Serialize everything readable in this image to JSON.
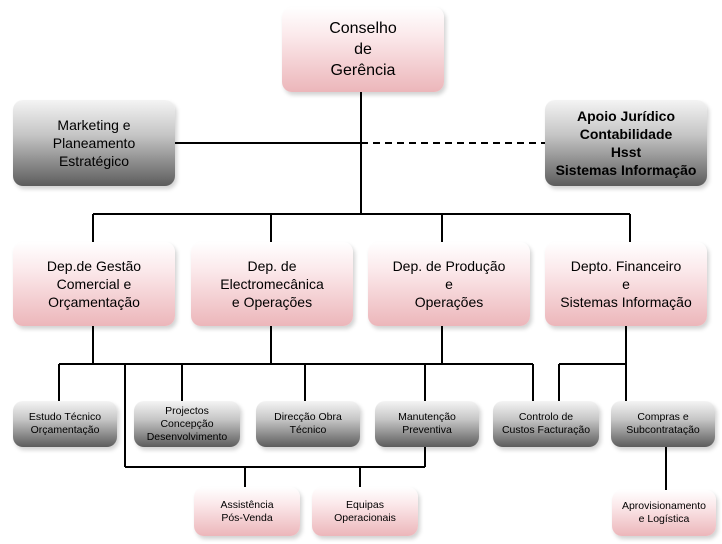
{
  "board": {
    "lines": [
      "Conselho",
      "de",
      "Gerência"
    ]
  },
  "marketing": {
    "lines": [
      "Marketing e",
      "Planeamento",
      "Estratégico"
    ]
  },
  "support": {
    "lines": [
      "Apoio Jurídico",
      "Contabilidade",
      "Hsst",
      "Sistemas Informação"
    ]
  },
  "departments": [
    {
      "lines": [
        "Dep.de Gestão",
        "Comercial e",
        "Orçamentação"
      ]
    },
    {
      "lines": [
        "Dep. de",
        "Electromecânica",
        "e Operações"
      ]
    },
    {
      "lines": [
        "Dep. de Produção",
        "e",
        "Operações"
      ]
    },
    {
      "lines": [
        "Depto. Financeiro",
        "e",
        "Sistemas Informação"
      ]
    }
  ],
  "units": [
    {
      "lines": [
        "Estudo Técnico",
        "Orçamentação"
      ]
    },
    {
      "lines": [
        "Projectos",
        "Concepção",
        "Desenvolvimento"
      ]
    },
    {
      "lines": [
        "Direcção Obra",
        "Técnico"
      ]
    },
    {
      "lines": [
        "Manutenção",
        "Preventiva"
      ]
    },
    {
      "lines": [
        "Controlo de",
        "Custos Facturação"
      ]
    },
    {
      "lines": [
        "Compras e",
        "Subcontratação"
      ]
    },
    {
      "lines": [
        "Assistência",
        "Pós-Venda"
      ]
    },
    {
      "lines": [
        "Equipas",
        "Operacionais"
      ]
    },
    {
      "lines": [
        "Aprovisionamento",
        "e Logística"
      ]
    }
  ],
  "colors": {
    "node_pink": "#ecb6ba",
    "node_gray": "#5c5c5c",
    "line": "#000000"
  }
}
